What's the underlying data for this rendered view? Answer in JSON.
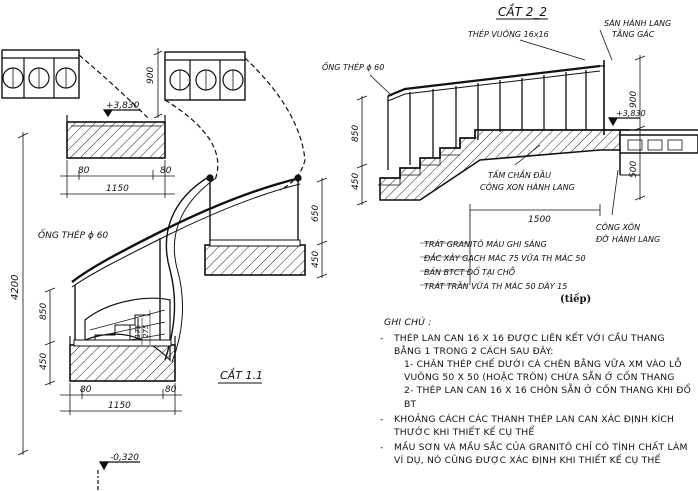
{
  "section_1": {
    "title": "CẮT 1.1",
    "level_top": "+3,830",
    "level_bottom": "-0,320",
    "pipe_label": "ỐNG THÉP ϕ 60",
    "dim_80_left_top": "80",
    "dim_80_right_top": "80",
    "dim_1150_top": "1150",
    "dim_80_left_bottom": "80",
    "dim_80_right_bottom": "80",
    "dim_1150_bottom": "1150",
    "dim_4200": "4200",
    "dim_850": "850",
    "dim_450": "450",
    "dim_650": "650",
    "dim_450_right": "450",
    "dim_900": "900",
    "dim_175": "175",
    "dim_275": "275"
  },
  "section_2": {
    "title": "CẮT 2_2",
    "label_steel_square": "THÉP VUÔNG 16x16",
    "label_pipe": "ỐNG THÉP ϕ 60",
    "label_corridor_floor_1": "SÀN HÀNH LANG",
    "label_corridor_floor_2": "TẦNG GÁC",
    "label_end_plate_1": "TẤM CHẮN ĐẦU",
    "label_end_plate_2": "CÔNG XON HÀNH LANG",
    "label_cantilever_1": "CÔNG XÔN",
    "label_cantilever_2": "ĐỠ HÀNH LANG",
    "level": "+3,830",
    "dim_850": "850",
    "dim_450": "450",
    "dim_900": "900",
    "dim_500": "500",
    "dim_1500": "1500",
    "layers": [
      "TRÁT GRANITÔ MÀU GHI SÁNG",
      "ĐẮC XÂY GẠCH MÁC 75 VỮA TH MÁC 50",
      "BẢN BTCT ĐỔ TẠI CHỖ",
      "TRÁT TRẦN VỮA TH MÁC 50 DÀY 15"
    ]
  },
  "continued": "(tiếp)",
  "notes": {
    "heading": "GHI CHÚ :",
    "item1_intro": "THÉP LAN CAN 16 X 16 ĐƯỢC LIÊN KẾT VỚI CẦU THANG BẰNG 1 TRONG 2 CÁCH SAU ĐÂY:",
    "item1_sub1": "1- CHÂN THÉP CHẾ DƯỚI CÁ CHÊN BẰNG VỮA XM VÀO LỖ VUÔNG 50 X 50 (HOẶC TRÒN) CHỪA SẴN Ở CỐN THANG",
    "item1_sub2": "2- THÉP LAN CAN 16 X 16 CHÔN SẴN Ở CỐN THANG KHI ĐỔ BT",
    "item2": "KHOẢNG CÁCH CÁC THANH THÉP LAN CAN XÁC ĐỊNH KÍCH THƯỚC KHI THIẾT KẾ CỤ THỂ",
    "item3": "MẦU SƠN VÀ MẦU SẮC CỦA GRANITÔ CHỈ CÓ TÍNH CHẤT LÀM VÍ DỤ, NÓ CŨNG ĐƯỢC XÁC ĐỊNH KHI THIẾT KẾ CỤ THỂ",
    "dash": "-"
  }
}
